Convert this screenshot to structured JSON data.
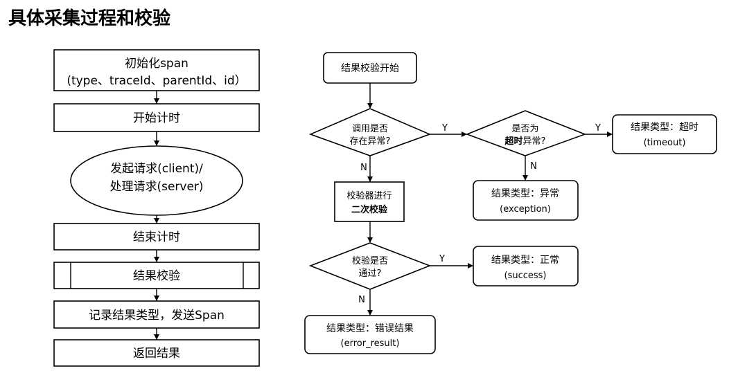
{
  "title": "具体采集过程和校验",
  "left_flow": {
    "init_line1": "初始化span",
    "init_line2": "(type、traceId、parentId、id）",
    "start_timer": "开始计时",
    "request_line1": "发起请求(client)/",
    "request_line2": "处理请求(server)",
    "end_timer": "结束计时",
    "verify": "结果校验",
    "record": "记录结果类型，发送Span",
    "return": "返回结果"
  },
  "right_flow": {
    "verify_start": "结果校验开始",
    "has_exception_line1": "调用是否",
    "has_exception_line2": "存在异常?",
    "is_timeout_line1": "是否为",
    "is_timeout_bold": "超时",
    "is_timeout_rest": "异常?",
    "timeout_line1": "结果类型：超时",
    "timeout_line2": "(timeout)",
    "exception_line1": "结果类型：异常",
    "exception_line2": "(exception)",
    "validator_line1": "校验器进行",
    "validator_line2": "二次校验",
    "passed_line1": "校验是否",
    "passed_line2": "通过?",
    "success_line1": "结果类型：正常",
    "success_line2": "(success)",
    "error_line1": "结果类型：错误结果",
    "error_line2": "(error_result)"
  },
  "labels": {
    "yes": "Y",
    "no": "N"
  }
}
